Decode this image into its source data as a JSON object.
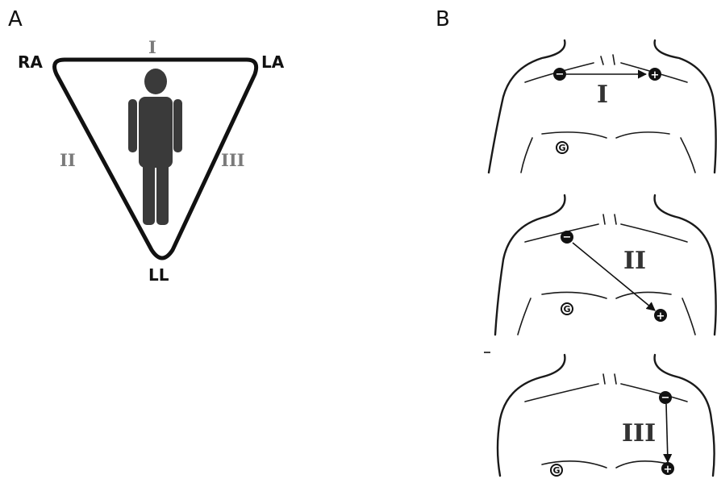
{
  "panel_a": {
    "letter": "A",
    "vertices": {
      "ra": "RA",
      "la": "LA",
      "ll": "LL"
    },
    "leads": {
      "one": "I",
      "two": "II",
      "three": "III"
    }
  },
  "panel_b": {
    "letter": "B",
    "diagrams": [
      {
        "lead": "I",
        "negative_symbol": "−",
        "positive_symbol": "+",
        "ground_symbol": "G"
      },
      {
        "lead": "II",
        "negative_symbol": "−",
        "positive_symbol": "+",
        "ground_symbol": "G"
      },
      {
        "lead": "III",
        "negative_symbol": "−",
        "positive_symbol": "+",
        "ground_symbol": "G"
      }
    ]
  },
  "colors": {
    "lead_label_gray": "#7a7a7a",
    "figure_fill": "#3a3a3a",
    "line": "#111111"
  }
}
